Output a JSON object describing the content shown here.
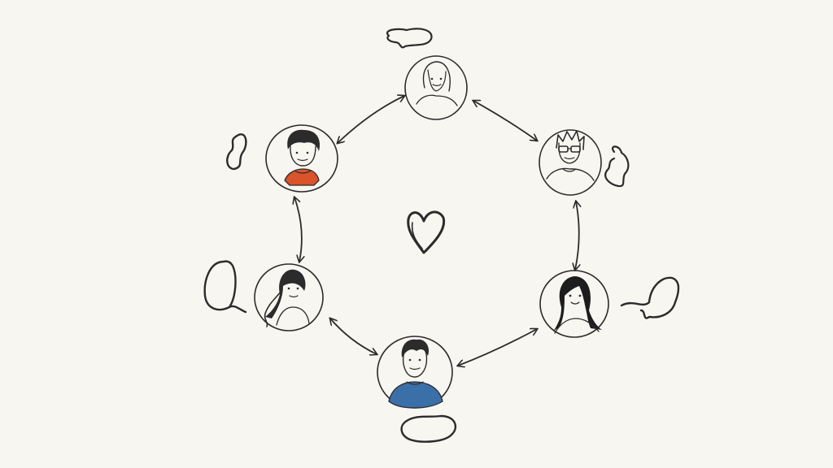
{
  "diagram": {
    "center_symbol": "heart-icon",
    "colors": {
      "ink": "#2b2b2b",
      "paper": "#f7f6f1",
      "orange_top": "#d9532b",
      "blue_sweater": "#3a6fa8"
    },
    "people": [
      {
        "id": "top",
        "hair": "long",
        "top_style": "plain",
        "top_color": "none"
      },
      {
        "id": "upper-right",
        "hair": "short-spiky",
        "glasses": true,
        "top_style": "tshirt",
        "top_color": "none"
      },
      {
        "id": "lower-right",
        "hair": "long-dark",
        "top_style": "plain",
        "top_color": "none"
      },
      {
        "id": "bottom",
        "hair": "short",
        "top_style": "sweater",
        "top_color": "#3a6fa8"
      },
      {
        "id": "lower-left",
        "hair": "curly-long",
        "top_style": "tshirt",
        "top_color": "none"
      },
      {
        "id": "upper-left",
        "hair": "curly-short",
        "top_style": "tank",
        "top_color": "#d9532b"
      }
    ],
    "connections": [
      {
        "from": "top",
        "to": "upper-right",
        "bidirectional": true
      },
      {
        "from": "upper-right",
        "to": "lower-right",
        "bidirectional": true
      },
      {
        "from": "lower-right",
        "to": "bottom",
        "bidirectional": true
      },
      {
        "from": "bottom",
        "to": "lower-left",
        "bidirectional": true
      },
      {
        "from": "lower-left",
        "to": "upper-left",
        "bidirectional": true
      },
      {
        "from": "upper-left",
        "to": "top",
        "bidirectional": true
      }
    ],
    "thought_bubbles": 6
  }
}
